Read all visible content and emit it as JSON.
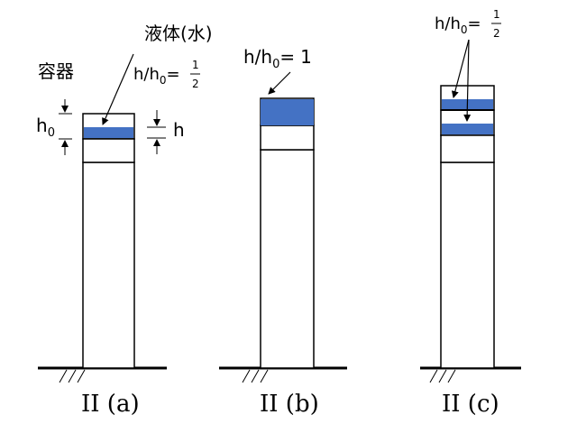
{
  "labels": {
    "liquid": "液体(水)",
    "container": "容器",
    "h0_letter": "h",
    "h0_sub": "0",
    "h_letter": "h",
    "ratio_prefix": "h/h",
    "ratio_sub": "0",
    "ratio_eq": "=",
    "half_num": "1",
    "half_den": "2",
    "ratio_b_value": "1"
  },
  "panels": [
    {
      "caption": "II (a)",
      "fill_ratio": 0.5
    },
    {
      "caption": "II (b)",
      "fill_ratio": 1
    },
    {
      "caption": "II (c)",
      "fill_ratio": 0.5
    }
  ],
  "colors": {
    "liquid": "#4472c4",
    "stroke": "#000000"
  }
}
